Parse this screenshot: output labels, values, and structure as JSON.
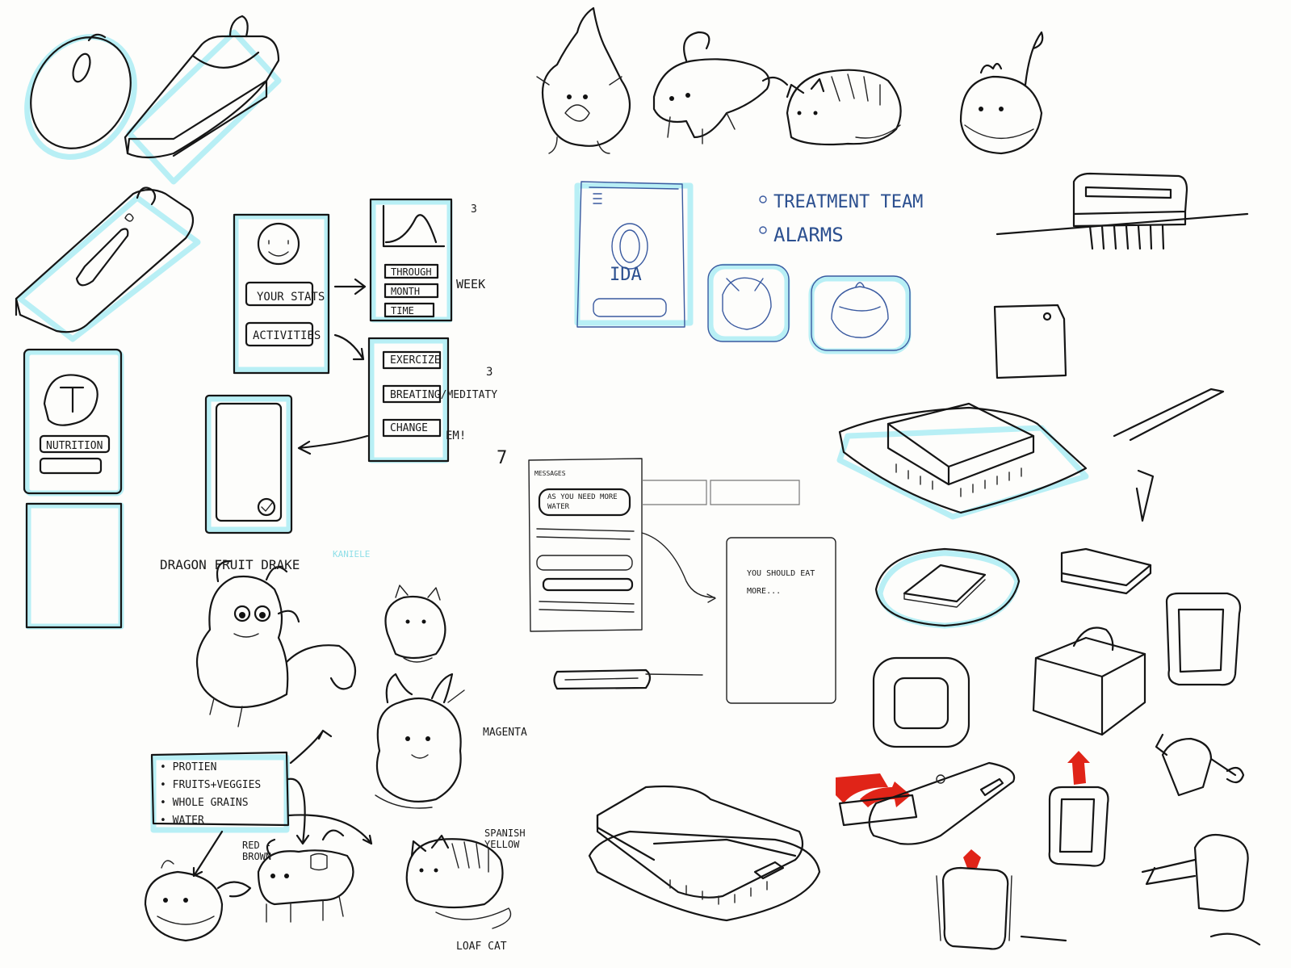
{
  "app_screens": {
    "btn_your_stats": "YOUR STATS",
    "btn_activities": "ACTIVITIES",
    "btn_through": "THROUGH",
    "week": "WEEK",
    "btn_month": "MONTH",
    "btn_time": "TIME",
    "num_3a": "3",
    "btn_exercise": "EXERCIZE",
    "num_3b": "3",
    "btn_breathing": "BREATING/MEDITATY",
    "btn_change": "CHANGE",
    "change_suffix": "EM!",
    "btn_nutrition": "NUTRITION",
    "num_7": "7"
  },
  "idea_sketch": {
    "screen_label": "IDA",
    "bullets": [
      "TREATMENT TEAM",
      "ALARMS"
    ]
  },
  "messages": {
    "header": "MESSAGES",
    "bubble": "AS YOU NEED MORE WATER",
    "card": "YOU SHOULD EAT MORE..."
  },
  "characters": {
    "dragon_title": "DRAGON FRUIT DRAKE",
    "scribble": "KANIELE",
    "magenta": "MAGENTA",
    "red_brown": "RED -BROWN",
    "spanish_yellow": "SPANISH YELLOW",
    "loaf_cat": "LOAF CAT"
  },
  "food_list": [
    "PROTIEN",
    "FRUITS+VEGGIES",
    "WHOLE GRAINS",
    "WATER"
  ],
  "colors": {
    "highlight": "#7fe3f0",
    "accent_red": "#e02418",
    "pencil": "#3a5aa0"
  }
}
